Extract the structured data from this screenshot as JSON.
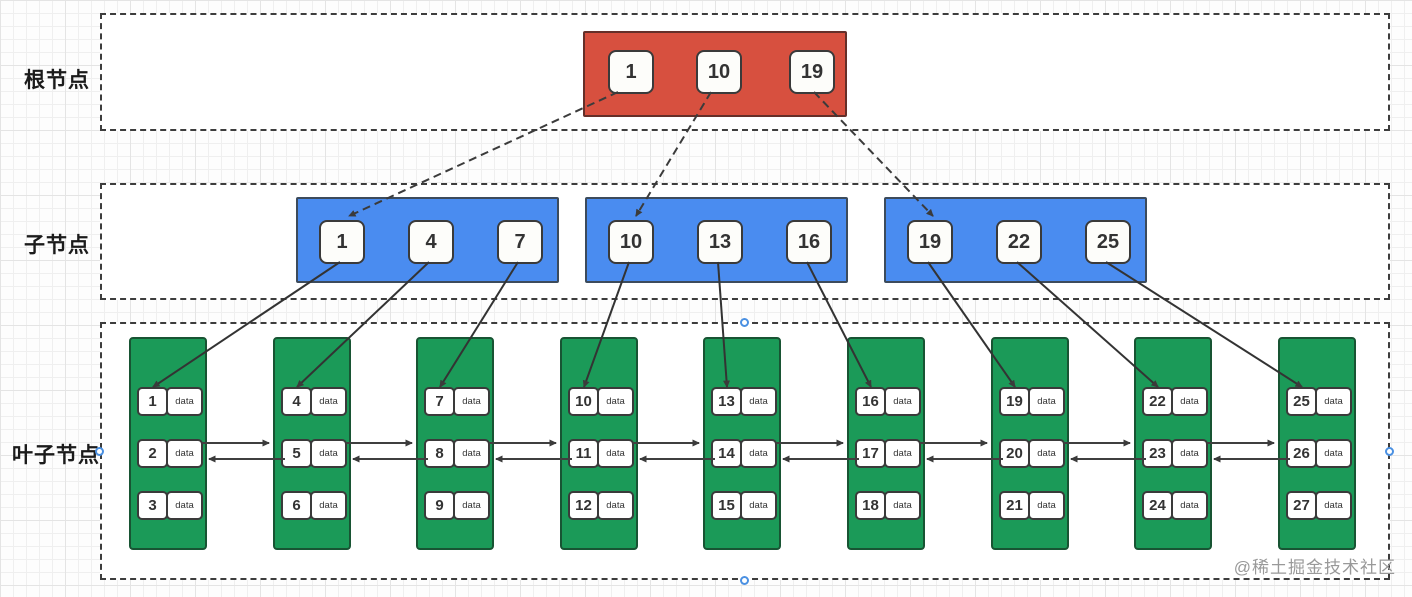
{
  "labels": {
    "root_row": "根节点",
    "child_row": "子节点",
    "leaf_row": "叶子节点"
  },
  "strings": {
    "data_label": "data"
  },
  "watermark": "@稀土掘金技术社区",
  "root_node": {
    "keys": [
      "1",
      "10",
      "19"
    ]
  },
  "child_nodes": [
    {
      "keys": [
        "1",
        "4",
        "7"
      ]
    },
    {
      "keys": [
        "10",
        "13",
        "16"
      ]
    },
    {
      "keys": [
        "19",
        "22",
        "25"
      ]
    }
  ],
  "leaf_nodes": [
    {
      "keys": [
        "1",
        "2",
        "3"
      ]
    },
    {
      "keys": [
        "4",
        "5",
        "6"
      ]
    },
    {
      "keys": [
        "7",
        "8",
        "9"
      ]
    },
    {
      "keys": [
        "10",
        "11",
        "12"
      ]
    },
    {
      "keys": [
        "13",
        "14",
        "15"
      ]
    },
    {
      "keys": [
        "16",
        "17",
        "18"
      ]
    },
    {
      "keys": [
        "19",
        "20",
        "21"
      ]
    },
    {
      "keys": [
        "22",
        "23",
        "24"
      ]
    },
    {
      "keys": [
        "25",
        "26",
        "27"
      ]
    }
  ],
  "colors": {
    "root-fill": "#d7503f",
    "root-border": "#652f29",
    "child-fill": "#4a8cf0",
    "child-border": "#3c4b5c",
    "leaf-fill": "#1b9a58",
    "leaf-border": "#185433",
    "arrow": "#3b3b3b",
    "handle": "#4a90e2"
  }
}
